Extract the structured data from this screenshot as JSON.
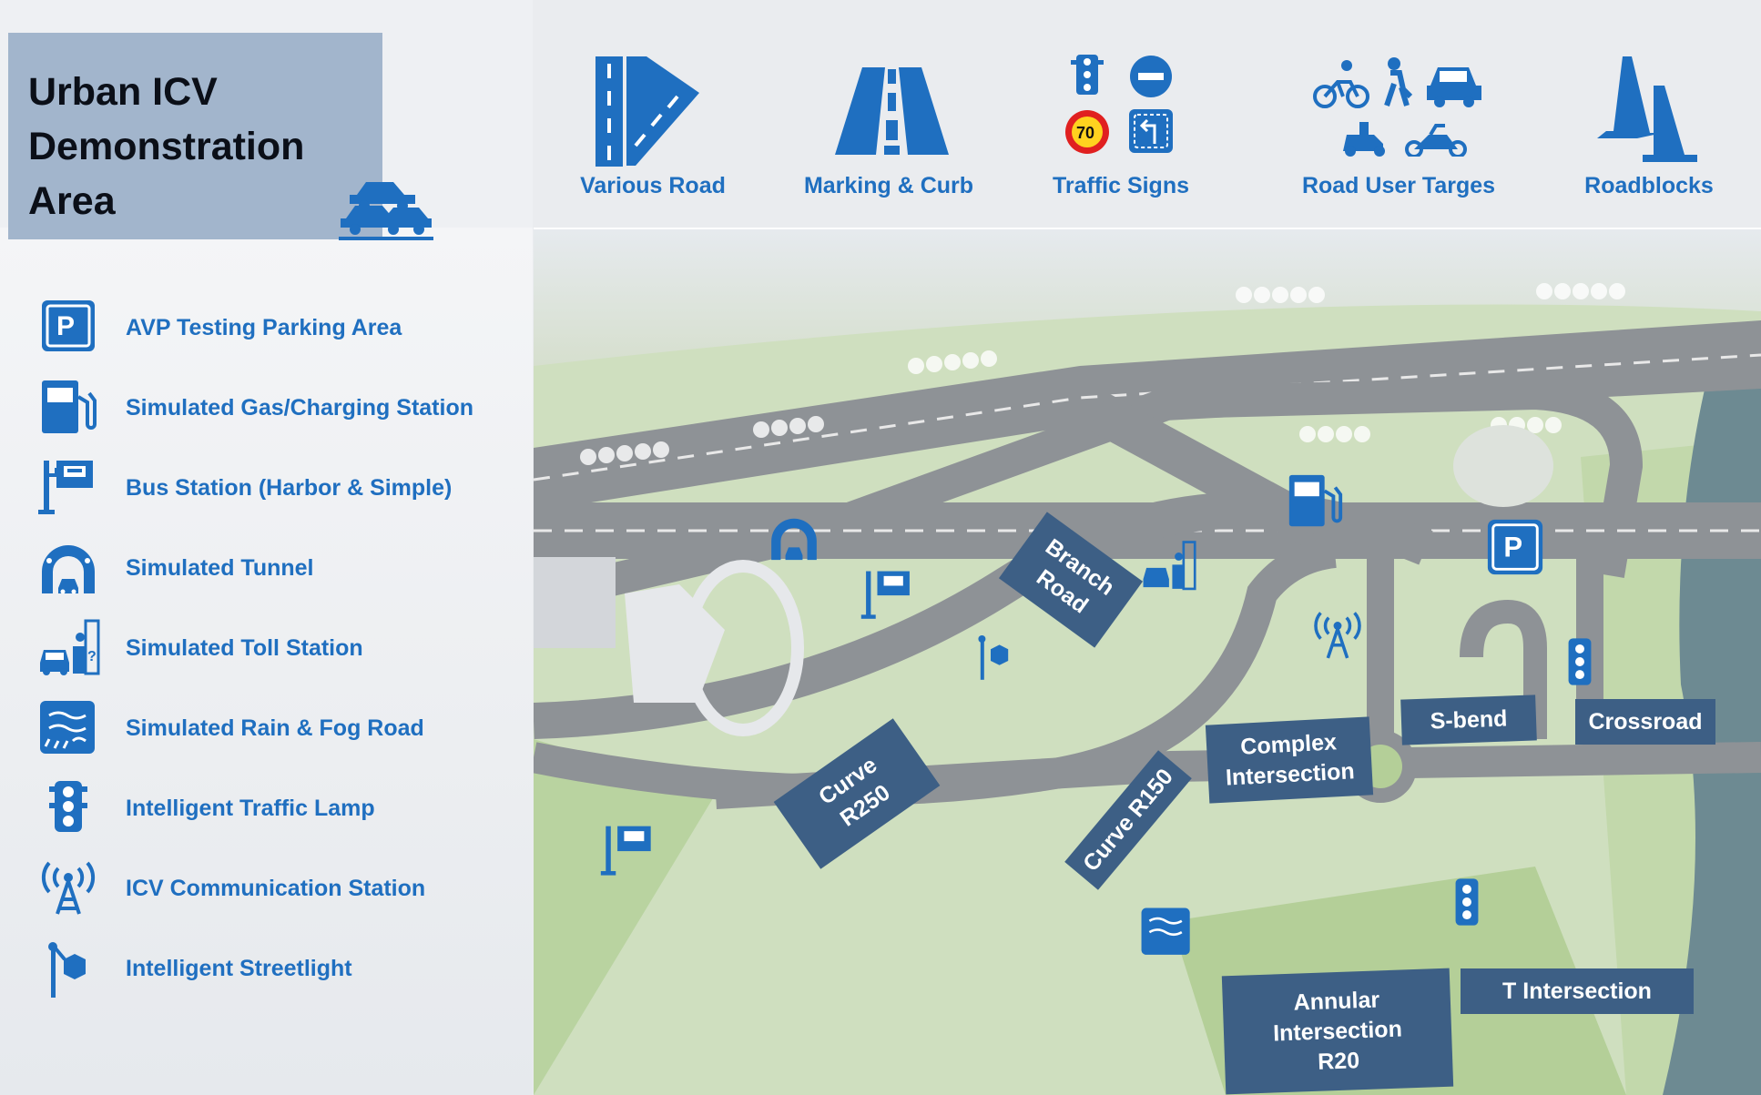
{
  "title": {
    "line1": "Urban ICV",
    "line2": "Demonstration",
    "line3": "Area"
  },
  "legend": [
    {
      "icon": "parking-icon",
      "label": "AVP Testing Parking Area"
    },
    {
      "icon": "gas-charging-icon",
      "label": "Simulated Gas/Charging Station"
    },
    {
      "icon": "bus-station-icon",
      "label": "Bus Station (Harbor & Simple)"
    },
    {
      "icon": "tunnel-icon",
      "label": "Simulated Tunnel"
    },
    {
      "icon": "toll-station-icon",
      "label": "Simulated Toll Station"
    },
    {
      "icon": "rain-fog-icon",
      "label": "Simulated Rain & Fog Road"
    },
    {
      "icon": "traffic-lamp-icon",
      "label": "Intelligent Traffic Lamp"
    },
    {
      "icon": "communication-station-icon",
      "label": "ICV Communication Station"
    },
    {
      "icon": "streetlight-icon",
      "label": "Intelligent Streetlight"
    }
  ],
  "categories": [
    {
      "icon": "various-road-icon",
      "label": "Various Road"
    },
    {
      "icon": "marking-curb-icon",
      "label": "Marking & Curb"
    },
    {
      "icon": "traffic-signs-icon",
      "label": "Traffic Signs",
      "speed_limit": "70"
    },
    {
      "icon": "road-users-icon",
      "label": "Road User Targes"
    },
    {
      "icon": "roadblocks-icon",
      "label": "Roadblocks"
    }
  ],
  "map_labels": {
    "branch_road": "Branch Road",
    "curve_r250": "Curve R250",
    "curve_r150": "Curve R150",
    "complex_intersection": "Complex Intersection",
    "s_bend": "S-bend",
    "crossroad": "Crossroad",
    "t_intersection": "T Intersection",
    "annular_intersection": "Annular Intersection R20"
  },
  "colors": {
    "accent": "#1f6fc0",
    "title_box": "#a2b5cc",
    "map_label_bg": "#3d5f85",
    "road": "#8e9296",
    "grass": "#c8dcb0"
  }
}
